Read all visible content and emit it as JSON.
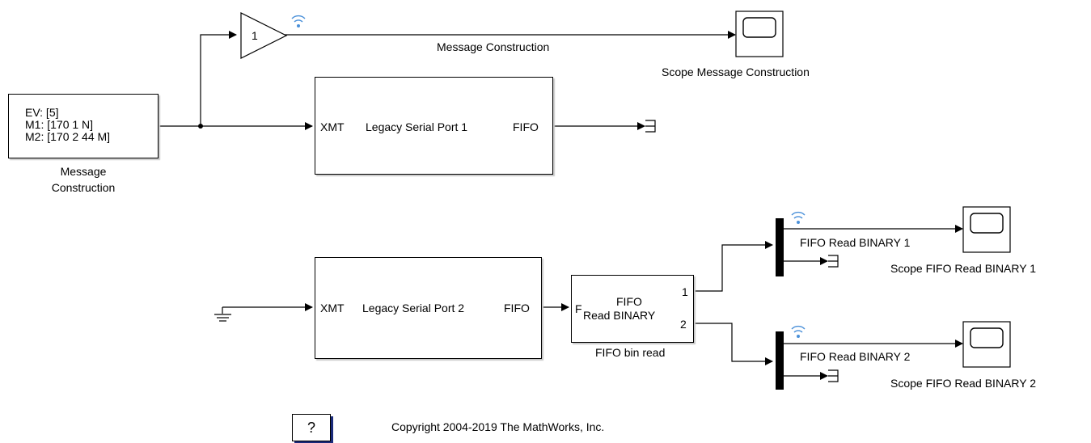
{
  "constant_block": {
    "line1": "EV: [5]",
    "line2": "M1: [170 1 N]",
    "line3": "M2: [170 2 44 M]",
    "caption_line1": "Message",
    "caption_line2": "Construction"
  },
  "gain_block": {
    "value": "1"
  },
  "serial_port_1": {
    "in_port": "XMT",
    "title": "Legacy Serial Port 1",
    "out_port": "FIFO"
  },
  "serial_port_2": {
    "in_port": "XMT",
    "title": "Legacy Serial Port 2",
    "out_port": "FIFO"
  },
  "fifo_read": {
    "in_port": "F",
    "title_line1": "FIFO",
    "title_line2": "Read BINARY",
    "out_port_1": "1",
    "out_port_2": "2",
    "caption": "FIFO bin read"
  },
  "signals": {
    "message_construction": "Message Construction",
    "fifo_read_binary_1": "FIFO Read BINARY 1",
    "fifo_read_binary_2": "FIFO Read BINARY 2"
  },
  "scopes": {
    "scope_message_construction": "Scope Message Construction",
    "scope_fifo_1": "Scope FIFO Read BINARY 1",
    "scope_fifo_2": "Scope FIFO Read BINARY 2"
  },
  "help_button": {
    "label": "?"
  },
  "copyright": "Copyright 2004-2019 The MathWorks, Inc.",
  "colors": {
    "wifi_icon": "#4a90d9",
    "help_shadow": "#1a2a7a"
  }
}
